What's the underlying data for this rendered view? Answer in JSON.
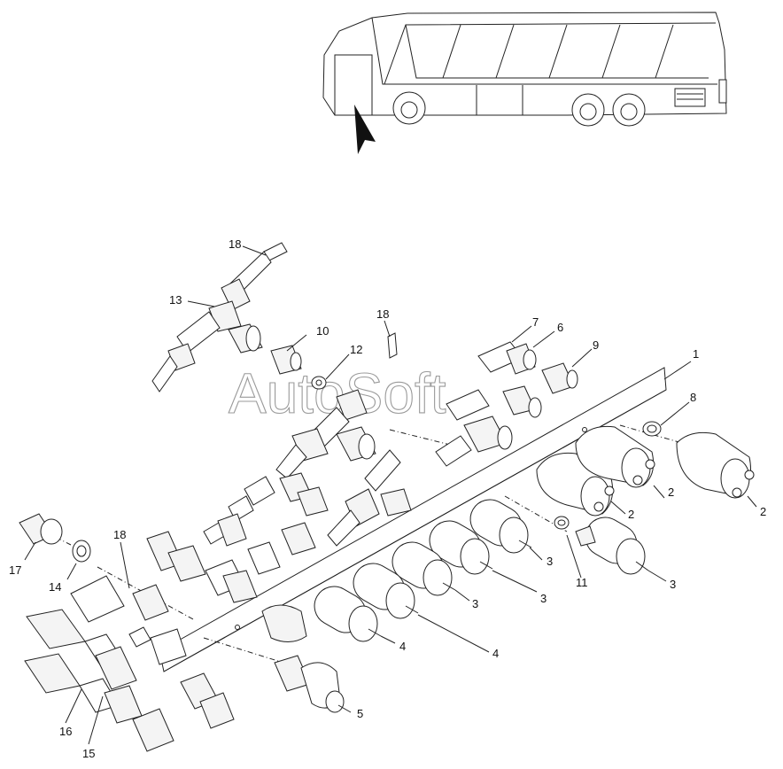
{
  "watermark": "AutoSoft",
  "callouts": [
    {
      "id": "c1",
      "text": "1"
    },
    {
      "id": "c2a",
      "text": "2"
    },
    {
      "id": "c2b",
      "text": "2"
    },
    {
      "id": "c2c",
      "text": "2"
    },
    {
      "id": "c3a",
      "text": "3"
    },
    {
      "id": "c3b",
      "text": "3"
    },
    {
      "id": "c3c",
      "text": "3"
    },
    {
      "id": "c3d",
      "text": "3"
    },
    {
      "id": "c4a",
      "text": "4"
    },
    {
      "id": "c4b",
      "text": "4"
    },
    {
      "id": "c5",
      "text": "5"
    },
    {
      "id": "c6",
      "text": "6"
    },
    {
      "id": "c7",
      "text": "7"
    },
    {
      "id": "c8",
      "text": "8"
    },
    {
      "id": "c9",
      "text": "9"
    },
    {
      "id": "c10",
      "text": "10"
    },
    {
      "id": "c11",
      "text": "11"
    },
    {
      "id": "c12",
      "text": "12"
    },
    {
      "id": "c13",
      "text": "13"
    },
    {
      "id": "c14",
      "text": "14"
    },
    {
      "id": "c15",
      "text": "15"
    },
    {
      "id": "c16",
      "text": "16"
    },
    {
      "id": "c17",
      "text": "17"
    },
    {
      "id": "c18a",
      "text": "18"
    },
    {
      "id": "c18b",
      "text": "18"
    },
    {
      "id": "c18c",
      "text": "18"
    }
  ]
}
